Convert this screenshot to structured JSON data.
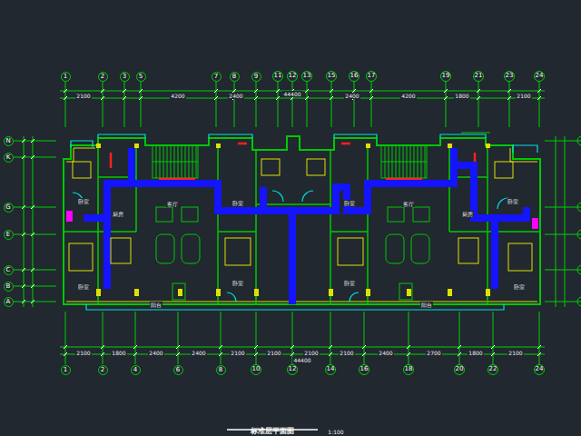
{
  "diagram": {
    "title": "标准层平面图",
    "nodes": [
      {
        "text": [
          "1"
        ]
      },
      {
        "text": [
          "2"
        ]
      },
      {
        "text": [
          "3"
        ]
      },
      {
        "text": [
          "5"
        ]
      },
      {
        "text": [
          "7"
        ]
      },
      {
        "text": [
          "8"
        ]
      },
      {
        "text": [
          "9"
        ]
      },
      {
        "text": [
          "11"
        ]
      },
      {
        "text": [
          "12"
        ]
      },
      {
        "text": [
          "13"
        ]
      },
      {
        "text": [
          "15"
        ]
      },
      {
        "text": [
          "16"
        ]
      },
      {
        "text": [
          "17"
        ]
      },
      {
        "text": [
          "19"
        ]
      },
      {
        "text": [
          "21"
        ]
      },
      {
        "text": [
          "23"
        ]
      },
      {
        "text": [
          "24"
        ]
      },
      {
        "text": [
          "1"
        ]
      },
      {
        "text": [
          "2"
        ]
      },
      {
        "text": [
          "4"
        ]
      },
      {
        "text": [
          "6"
        ]
      },
      {
        "text": [
          "8"
        ]
      },
      {
        "text": [
          "10"
        ]
      },
      {
        "text": [
          "12"
        ]
      },
      {
        "text": [
          "14"
        ]
      },
      {
        "text": [
          "16"
        ]
      },
      {
        "text": [
          "18"
        ]
      },
      {
        "text": [
          "20"
        ]
      },
      {
        "text": [
          "22"
        ]
      },
      {
        "text": [
          "24"
        ]
      },
      {
        "text": [
          "N"
        ]
      },
      {
        "text": [
          "K"
        ]
      },
      {
        "text": [
          "G"
        ]
      },
      {
        "text": [
          "E"
        ]
      },
      {
        "text": [
          "C"
        ]
      },
      {
        "text": [
          "B"
        ]
      },
      {
        "text": [
          "A"
        ]
      }
    ],
    "labels": [
      "1:100",
      "2100",
      "4200",
      "2400",
      "44400",
      "2400",
      "4200",
      "1800",
      "2100",
      "2100",
      "1800",
      "2400",
      "2400",
      "2100",
      "2100",
      "2100",
      "2100",
      "2400",
      "2700",
      "1800",
      "2100",
      "44400",
      "卧室",
      "卧室",
      "客厅",
      "厨房",
      "卧室",
      "卧室",
      "卧室",
      "卧室",
      "客厅",
      "厨房",
      "卧室",
      "卧室",
      "阳台",
      "阳台"
    ]
  }
}
